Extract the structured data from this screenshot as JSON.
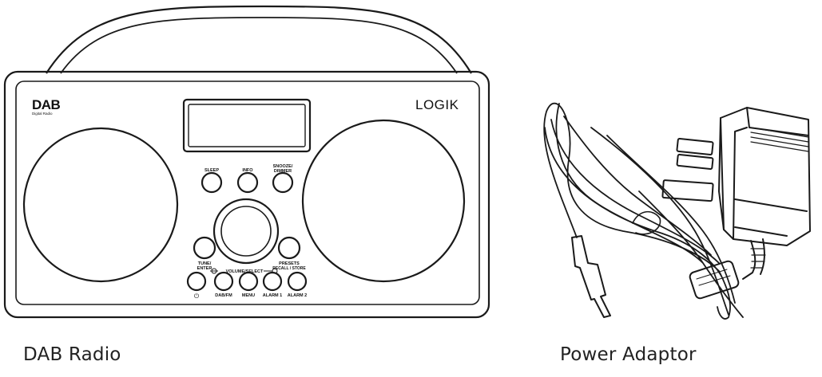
{
  "captions": {
    "radio": "DAB Radio",
    "adaptor": "Power Adaptor"
  },
  "radio": {
    "dab_logo": "DAB",
    "dab_logo_sub": "Digital Radio",
    "brand": "LOGIK",
    "buttons": {
      "sleep": "SLEEP",
      "info": "INFO",
      "snooze_line1": "SNOOZE/",
      "snooze_line2": "DIMMER",
      "tune_line1": "TUNE/",
      "tune_line2": "ENTER",
      "presets_line1": "PRESETS",
      "presets_line2": "RECALL / STORE",
      "volume_select": "VOLUME/SELECT",
      "power_symbol": "⏻",
      "dab_fm": "DAB/FM",
      "menu": "MENU",
      "alarm1": "ALARM 1",
      "alarm2": "ALARM 2"
    }
  },
  "colors": {
    "line": "#1a1a1a",
    "background": "#ffffff"
  }
}
